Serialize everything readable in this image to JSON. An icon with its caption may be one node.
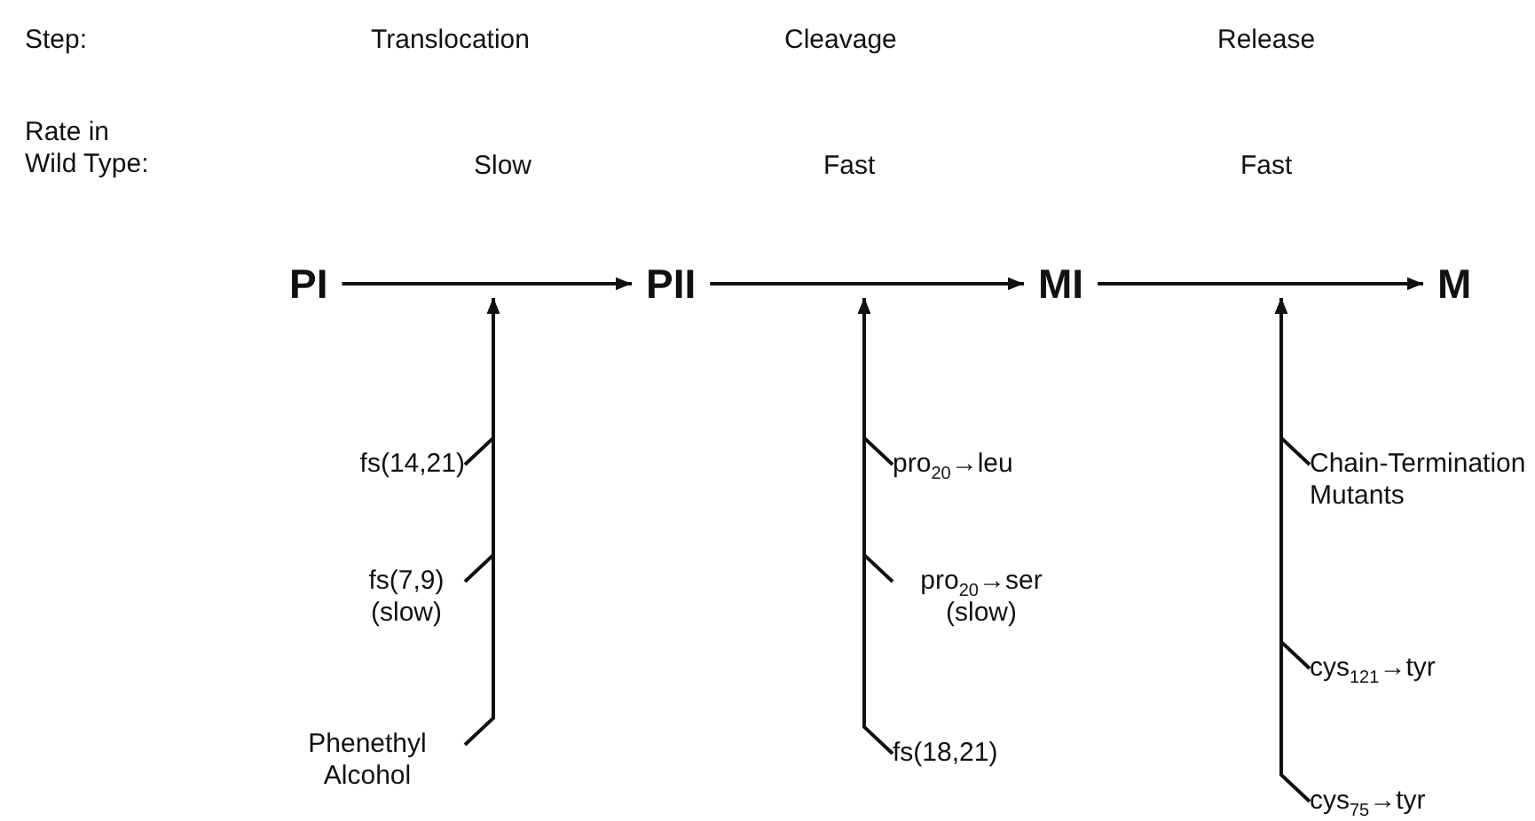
{
  "diagram": {
    "nodes": [
      {
        "text": [
          "PI"
        ]
      },
      {
        "text": [
          "PII"
        ]
      },
      {
        "text": [
          "MI"
        ]
      },
      {
        "text": [
          "M"
        ]
      },
      {
        "text": [
          "fs(14,21)"
        ]
      },
      {
        "text": [
          "fs(7,9) (slow)"
        ]
      },
      {
        "text": [
          "Phenethyl Alcohol"
        ]
      },
      {
        "text": [
          "pro$_{20}$→leu"
        ]
      },
      {
        "text": [
          "pro$_{20}$→ser (slow)"
        ]
      },
      {
        "text": [
          "fs(18,21)"
        ]
      },
      {
        "text": [
          "Chain-Termination Mutants"
        ]
      },
      {
        "text": [
          "cys$_{121}$→tyr"
        ]
      },
      {
        "text": [
          "cys$_{75}$→tyr"
        ]
      }
    ],
    "edges": [
      {
        "from": 0,
        "to": 1,
        "arrow": "to"
      },
      {
        "from": 1,
        "to": 2,
        "arrow": "to"
      },
      {
        "from": 2,
        "to": 3,
        "arrow": "to"
      },
      {
        "from": 4,
        "to": null,
        "arrow": "to"
      },
      {
        "from": 5,
        "to": null,
        "arrow": "to"
      },
      {
        "from": 6,
        "to": null,
        "arrow": "to"
      },
      {
        "from": 7,
        "to": null,
        "arrow": "to"
      },
      {
        "from": 8,
        "to": null,
        "arrow": "to"
      },
      {
        "from": 9,
        "to": null,
        "arrow": "to"
      },
      {
        "from": 10,
        "to": null,
        "arrow": "to"
      },
      {
        "from": 11,
        "to": null,
        "arrow": "to"
      },
      {
        "from": 12,
        "to": null,
        "arrow": "to"
      }
    ],
    "labels": [
      "Step:",
      "Translocation",
      "Cleavage",
      "Release",
      "Rate in Wild Type:",
      "Slow",
      "Fast",
      "Fast"
    ]
  }
}
